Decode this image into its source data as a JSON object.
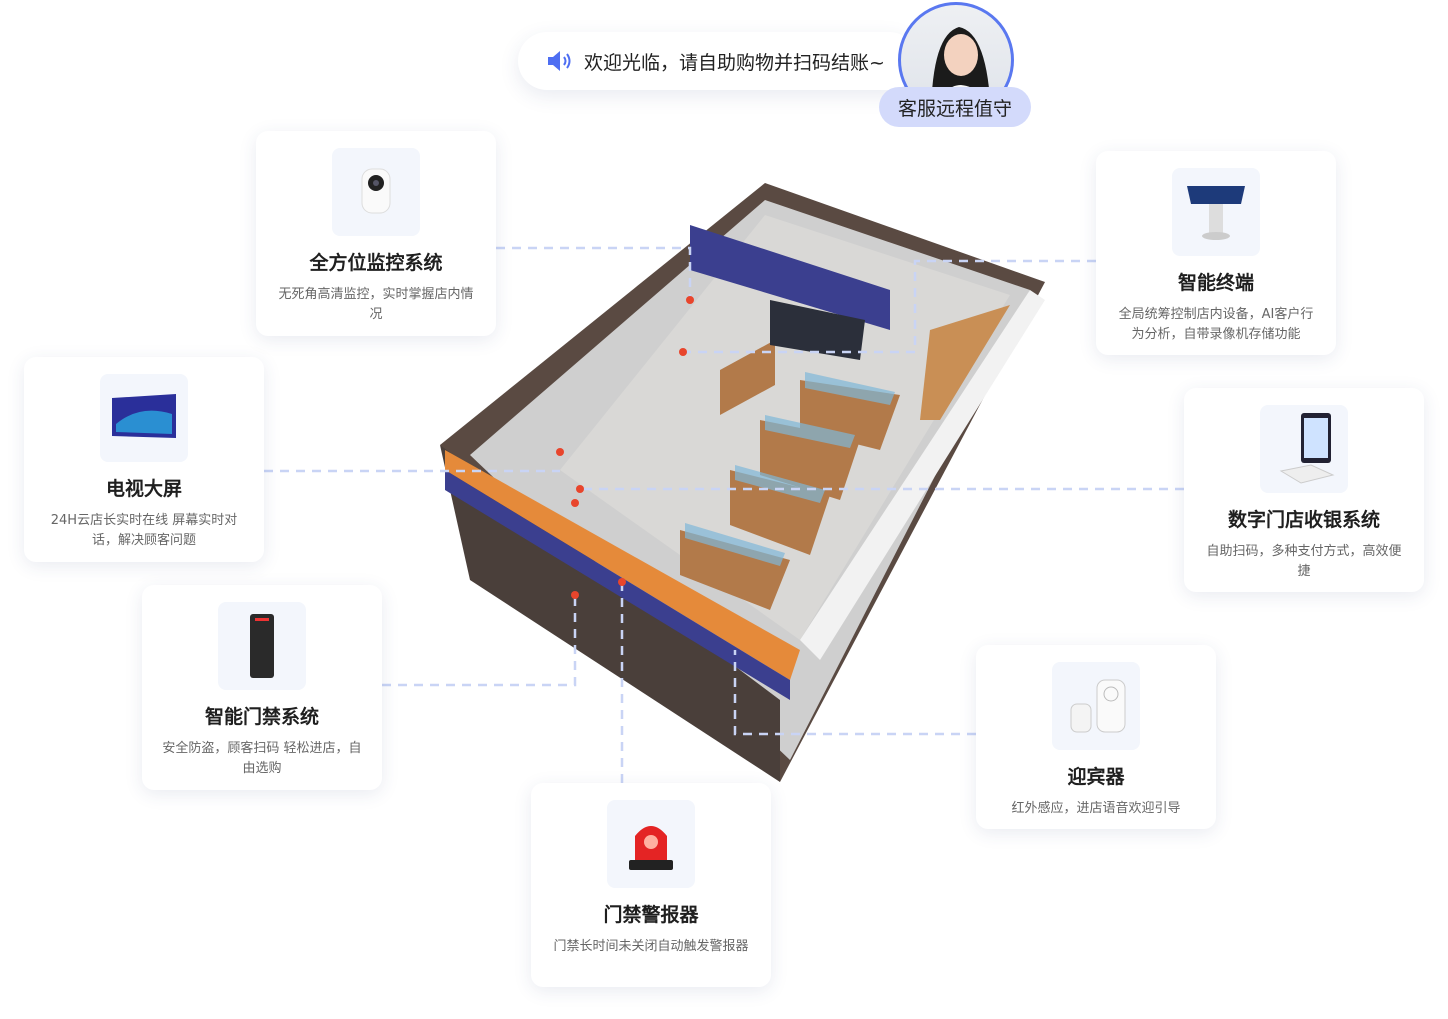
{
  "greeting": {
    "text": "欢迎光临，请自助购物并扫码结账~",
    "badge": "客服远程值守"
  },
  "colors": {
    "accent": "#4e6ef2",
    "line": "#c9d4f5"
  },
  "cards": [
    {
      "title": "全方位监控系统",
      "desc": "无死角高清监控，实时掌握店内情况",
      "icon": "camera-icon"
    },
    {
      "title": "智能终端",
      "desc": "全局统筹控制店内设备，AI客户行为分析，自带录像机存储功能",
      "icon": "terminal-icon"
    },
    {
      "title": "电视大屏",
      "desc": "24H云店长实时在线 屏幕实时对话，解决顾客问题",
      "icon": "tv-icon"
    },
    {
      "title": "数字门店收银系统",
      "desc": "自助扫码，多种支付方式，高效便捷",
      "icon": "pos-icon"
    },
    {
      "title": "智能门禁系统",
      "desc": "安全防盗，顾客扫码 轻松进店，自由选购",
      "icon": "access-control-icon"
    },
    {
      "title": "迎宾器",
      "desc": "红外感应，进店语音欢迎引导",
      "icon": "greeter-icon"
    },
    {
      "title": "门禁警报器",
      "desc": "门禁长时间未关闭自动触发警报器",
      "icon": "alarm-icon"
    }
  ]
}
